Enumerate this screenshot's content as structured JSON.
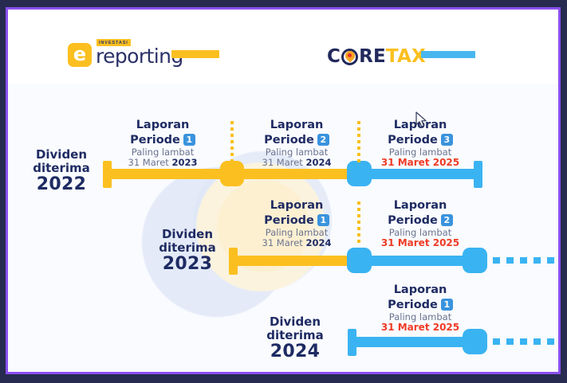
{
  "logos": {
    "ereporting": {
      "mark": "e",
      "tag": "INVESTASI",
      "name": "reporting"
    },
    "coretax": {
      "part1": "C",
      "part2": "RE",
      "part3": "TAX"
    }
  },
  "colors": {
    "frame_border": "#8b4ff0",
    "page_background": "#262b4f",
    "yellow": "#fbbf1f",
    "blue": "#3ab3f2",
    "navy": "#1f2b63",
    "red": "#ef3b25",
    "badge_blue": "#3a93dd"
  },
  "labels": {
    "report_title": "Laporan",
    "period_title": "Periode",
    "deadline_prefix": "Paling lambat",
    "dividend_l1": "Dividen",
    "dividend_l2": "diterima"
  },
  "rows": [
    {
      "year": "2022",
      "milestones": [
        {
          "period": "1",
          "deadline_day": "31 Maret ",
          "deadline_year": "2023",
          "urgent": false
        },
        {
          "period": "2",
          "deadline_day": "31 Maret ",
          "deadline_year": "2024",
          "urgent": false
        },
        {
          "period": "3",
          "deadline_day": "31 Maret 2025",
          "deadline_year": "",
          "urgent": true
        }
      ]
    },
    {
      "year": "2023",
      "milestones": [
        {
          "period": "1",
          "deadline_day": "31 Maret ",
          "deadline_year": "2024",
          "urgent": false
        },
        {
          "period": "2",
          "deadline_day": "31 Maret 2025",
          "deadline_year": "",
          "urgent": true
        }
      ]
    },
    {
      "year": "2024",
      "milestones": [
        {
          "period": "1",
          "deadline_day": "31 Maret 2025",
          "deadline_year": "",
          "urgent": true
        }
      ]
    }
  ]
}
